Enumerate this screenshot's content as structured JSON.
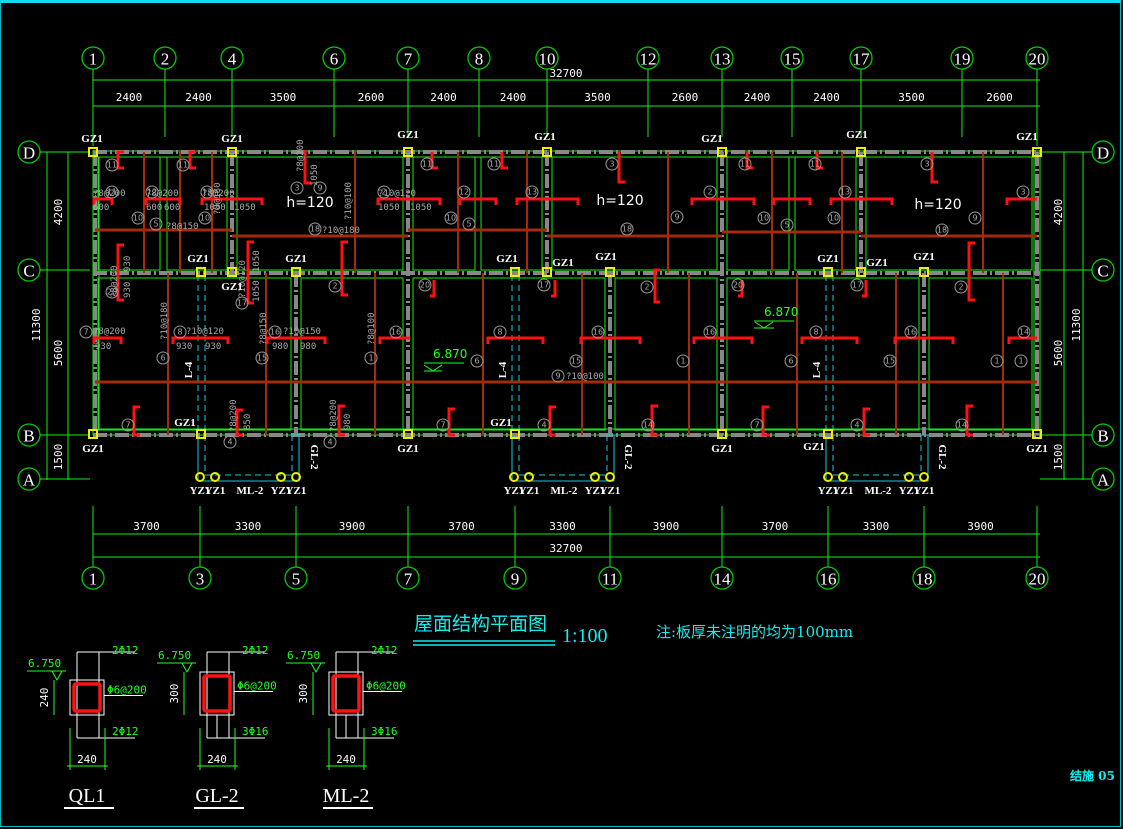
{
  "drawing": {
    "title": "屋面结构平面图",
    "scale": "1:100",
    "note": "注:板厚未注明的均为100mm",
    "sheet_number": "结施 05",
    "colors": {
      "background": "#000000",
      "axis": "#00cc00",
      "dimension": "#11ee11",
      "beam": "#a52a0a",
      "rebar": "#ff1111",
      "column": "#eeee00",
      "text": "#ffffff",
      "annotation": "#11eeee"
    }
  },
  "top_axes": {
    "labels": [
      "1",
      "2",
      "4",
      "6",
      "7",
      "8",
      "10",
      "12",
      "13",
      "15",
      "17",
      "19",
      "20"
    ],
    "spans": [
      "2400",
      "2400",
      "3500",
      "2600",
      "2400",
      "2400",
      "3500",
      "2600",
      "2400",
      "2400",
      "3500",
      "2600"
    ],
    "total": "32700"
  },
  "bottom_axes": {
    "labels": [
      "1",
      "3",
      "5",
      "7",
      "9",
      "11",
      "14",
      "16",
      "18",
      "20"
    ],
    "spans": [
      "3700",
      "3300",
      "3900",
      "3700",
      "3300",
      "3900",
      "3700",
      "3300",
      "3900"
    ],
    "total": "32700"
  },
  "row_axes": {
    "labels": [
      "D",
      "C",
      "B",
      "A"
    ],
    "left_spans": [
      "4200",
      "5600",
      "1500"
    ],
    "left_total": "11300",
    "right_spans": [
      "4200",
      "5600",
      "1500"
    ],
    "right_total": "11300"
  },
  "columns": {
    "gz_label": "GZ1",
    "yz_label": "YZ1"
  },
  "slab_labels": {
    "thickness": [
      "h=120",
      "h=120",
      "h=120"
    ],
    "levels": [
      "6.870",
      "6.870"
    ]
  },
  "beam_labels": {
    "lintel": "L-4",
    "gl": "GL-2",
    "ml": "ML-2"
  },
  "rebar_notes": {
    "r11": "?8@200",
    "r12": "?8@200",
    "r13": "?8@200",
    "r3": "?8@200",
    "r2": "?10@120",
    "r10": "?8@180",
    "r5": "?8@150",
    "r18": "?10@180",
    "r9top": "?10@100",
    "r20": "?8@200",
    "r17": "?10@120",
    "r7": "?8@200",
    "r8": "?10@120",
    "r6": "?10@180",
    "r16": "?10@150",
    "r15": "?8@150",
    "r1": "?8@100",
    "r4a": "?8@200",
    "r4b": "?8@200",
    "r9mid": "?10@100"
  },
  "rebar_dims": {
    "d600a": "600",
    "d600b": "600",
    "d600c": "600",
    "d1050a": "1050",
    "d1050b": "1050",
    "d1050c": "1050",
    "d1050d": "1050",
    "d1050v": "1050",
    "d930a": "930",
    "d930b": "930",
    "d930c": "930",
    "d930d": "930",
    "d930e": "930",
    "d980a": "980",
    "d980b": "980",
    "d980c": "980",
    "d1050e": "1050",
    "d1050f": "1050",
    "d850": "850"
  },
  "mark_numbers": [
    "1",
    "2",
    "3",
    "4",
    "5",
    "6",
    "7",
    "8",
    "9",
    "10",
    "11",
    "12",
    "13",
    "14",
    "15",
    "16",
    "17",
    "18",
    "19",
    "20"
  ],
  "sections": [
    {
      "name": "QL1",
      "level": "6.750",
      "height": "240",
      "width": "240",
      "top_bars": "2Φ12",
      "stirrups": "Φ6@200",
      "bottom_bars": "2Φ12"
    },
    {
      "name": "GL-2",
      "level": "6.750",
      "height": "300",
      "width": "240",
      "top_bars": "2Φ12",
      "stirrups": "Φ6@200",
      "bottom_bars": "3Φ16"
    },
    {
      "name": "ML-2",
      "level": "6.750",
      "height": "300",
      "width": "240",
      "top_bars": "2Φ12",
      "stirrups": "Φ6@200",
      "bottom_bars": "3Φ16"
    }
  ]
}
